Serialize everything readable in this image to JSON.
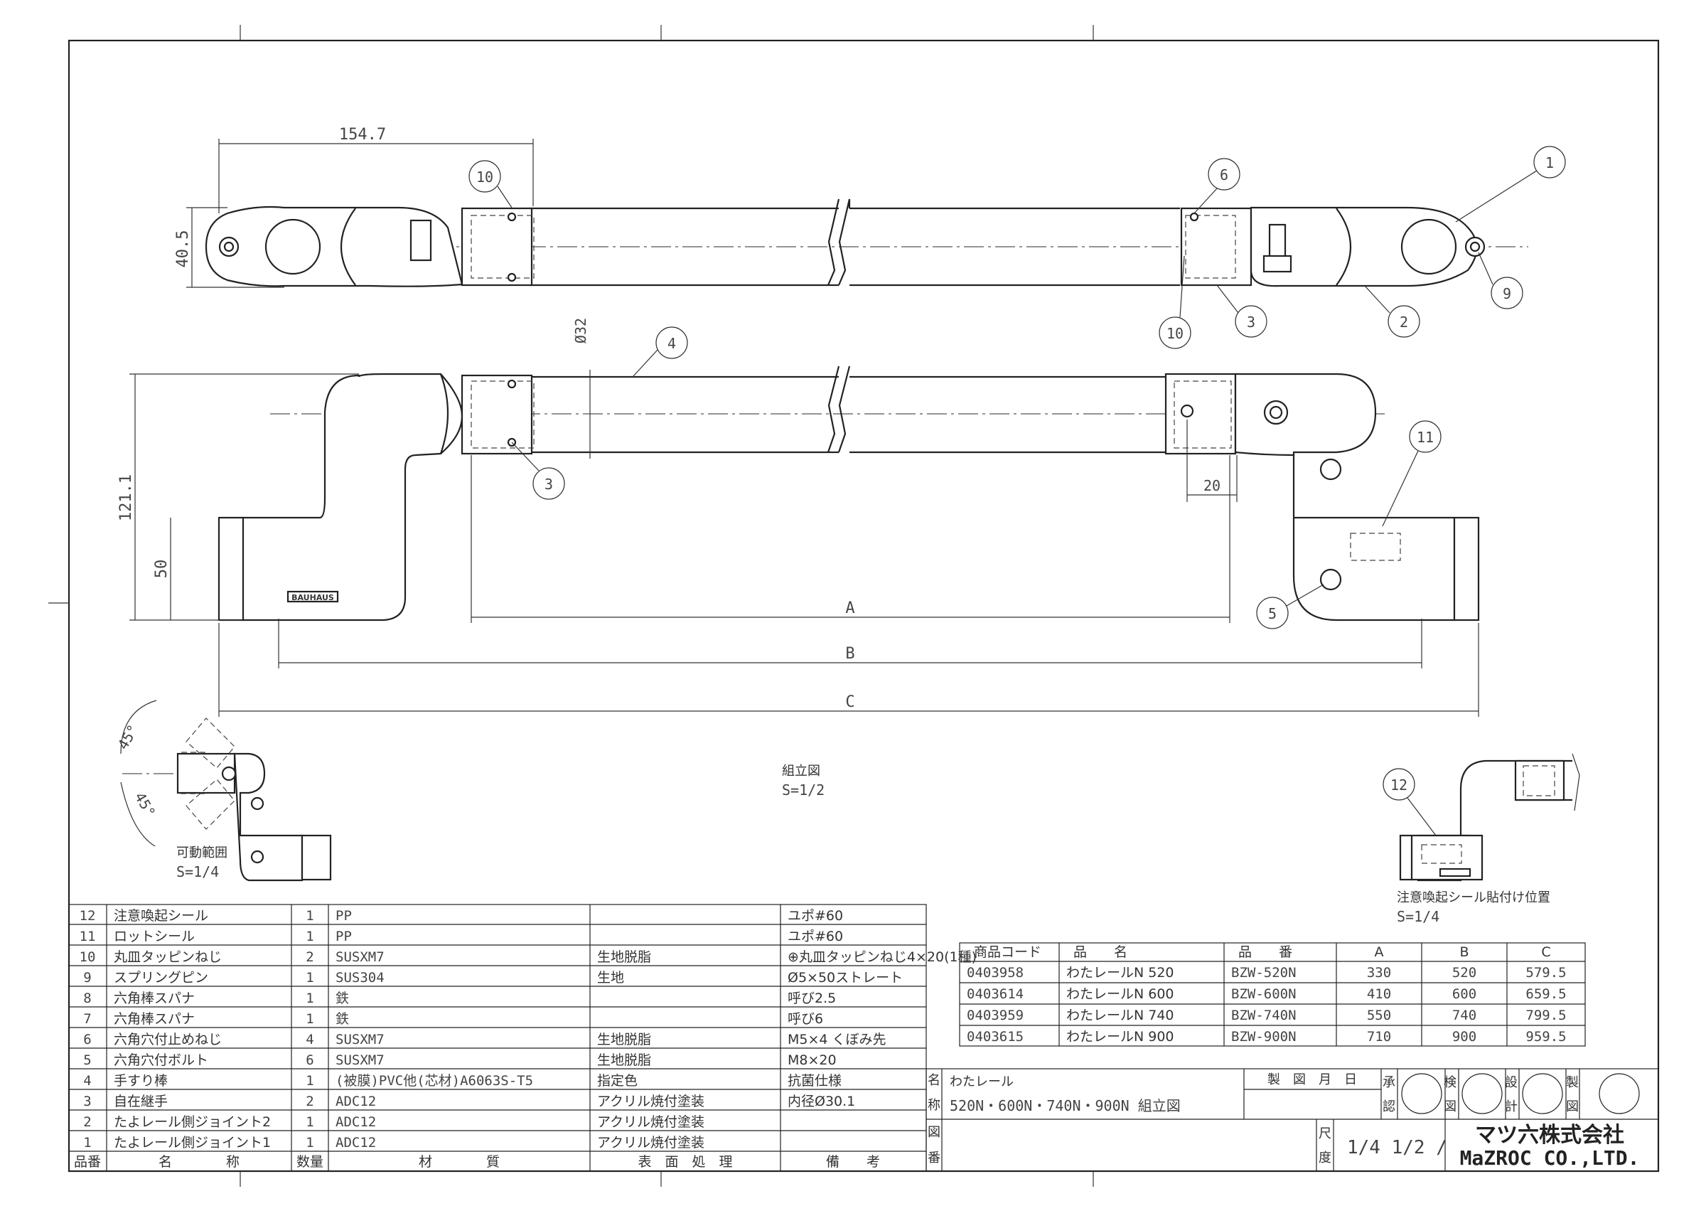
{
  "drawing": {
    "dims": {
      "d154": "154.7",
      "d40": "40.5",
      "d32": "Ø32",
      "d121": "121.1",
      "d50": "50",
      "d20": "20",
      "A": "A",
      "B": "B",
      "C": "C",
      "a45a": "45°",
      "a45b": "45°"
    },
    "bubbles": {
      "b1": "1",
      "b2": "2",
      "b3a": "3",
      "b3b": "3",
      "b4": "4",
      "b5": "5",
      "b6": "6",
      "b9": "9",
      "b10a": "10",
      "b10b": "10",
      "b11": "11",
      "b12": "12"
    },
    "brand_label": "BAUHAUS",
    "assembly_title": "組立図",
    "assembly_scale": "S=1/2",
    "range_title": "可動範囲",
    "range_scale": "S=1/4",
    "seal_title": "注意喚起シール貼付け位置",
    "seal_scale": "S=1/4"
  },
  "product_table": {
    "headers": [
      "商品コード",
      "品　　名",
      "品　　番",
      "A",
      "B",
      "C"
    ],
    "rows": [
      [
        "0403958",
        "わたレールN 520",
        "BZW-520N",
        "330",
        "520",
        "579.5"
      ],
      [
        "0403614",
        "わたレールN 600",
        "BZW-600N",
        "410",
        "600",
        "659.5"
      ],
      [
        "0403959",
        "わたレールN 740",
        "BZW-740N",
        "550",
        "740",
        "799.5"
      ],
      [
        "0403615",
        "わたレールN 900",
        "BZW-900N",
        "710",
        "900",
        "959.5"
      ]
    ]
  },
  "parts_list": {
    "headers": [
      "品番",
      "名　　　　称",
      "数量",
      "材　　　　質",
      "表　面　処　理",
      "備　　考"
    ],
    "rows": [
      [
        "12",
        "注意喚起シール",
        "1",
        "PP",
        "",
        "ユポ#60"
      ],
      [
        "11",
        "ロットシール",
        "1",
        "PP",
        "",
        "ユポ#60"
      ],
      [
        "10",
        "丸皿タッピンねじ",
        "2",
        "SUSXM7",
        "生地脱脂",
        "⊕丸皿タッピンねじ4×20(1種)"
      ],
      [
        "9",
        "スプリングピン",
        "1",
        "SUS304",
        "生地",
        "Ø5×50ストレート"
      ],
      [
        "8",
        "六角棒スパナ",
        "1",
        "鉄",
        "",
        "呼び2.5"
      ],
      [
        "7",
        "六角棒スパナ",
        "1",
        "鉄",
        "",
        "呼び6"
      ],
      [
        "6",
        "六角穴付止めねじ",
        "4",
        "SUSXM7",
        "生地脱脂",
        "M5×4 くぼみ先"
      ],
      [
        "5",
        "六角穴付ボルト",
        "6",
        "SUSXM7",
        "生地脱脂",
        "M8×20"
      ],
      [
        "4",
        "手すり棒",
        "1",
        "(被膜)PVC他(芯材)A6063S-T5",
        "指定色",
        "抗菌仕様"
      ],
      [
        "3",
        "自在継手",
        "2",
        "ADC12",
        "アクリル焼付塗装",
        "内径Ø30.1"
      ],
      [
        "2",
        "たよレール側ジョイント2",
        "1",
        "ADC12",
        "アクリル焼付塗装",
        ""
      ],
      [
        "1",
        "たよレール側ジョイント1",
        "1",
        "ADC12",
        "アクリル焼付塗装",
        ""
      ]
    ]
  },
  "title_block": {
    "name_label": "名\n称",
    "name_line1": "わたレール",
    "name_line2": "520N・600N・740N・900N 組立図",
    "date_label": "製　図　月　日",
    "drawing_no_label": "図\n番",
    "scale_label": "尺\n度",
    "scale_value": "1/4 1/2 /",
    "approvals": [
      "承\n認",
      "検\n図",
      "設\n計",
      "製\n図"
    ],
    "company_jp": "マツ六株式会社",
    "company_en": "MaZROC CO.,LTD."
  }
}
